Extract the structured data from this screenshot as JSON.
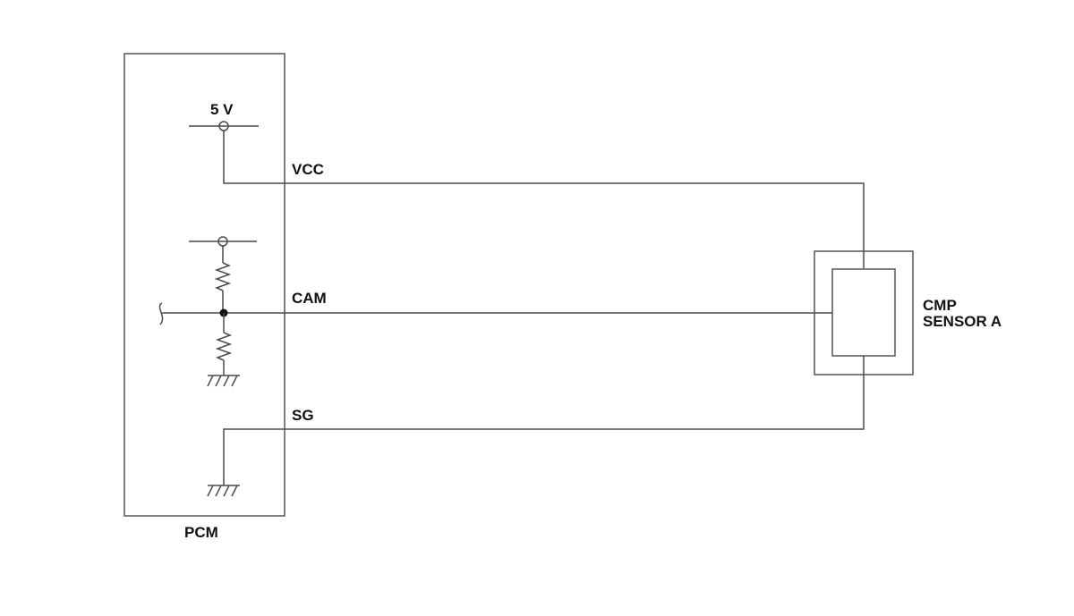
{
  "labels": {
    "supply_voltage": "5 V",
    "vcc": "VCC",
    "cam": "CAM",
    "sg": "SG",
    "pcm": "PCM",
    "sensor_line1": "CMP",
    "sensor_line2": "SENSOR A"
  },
  "colors": {
    "line": "#4a4a4a",
    "text": "#111111",
    "background": "#ffffff"
  }
}
